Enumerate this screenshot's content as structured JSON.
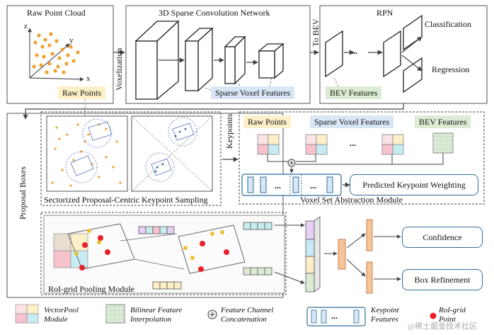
{
  "panels": {
    "raw_point_cloud": "Raw Point Cloud",
    "sparse_conv": "3D Sparse Convolution Network",
    "rpn": "RPN",
    "voxelization": "Voxelization",
    "to_bev": "To BEV",
    "proposal_boxes": "Proposal Boxes",
    "keypoints": "Keypoints"
  },
  "axes": {
    "z": "z",
    "y": "y",
    "x": "x"
  },
  "chips": {
    "raw_points": "Raw Points",
    "sparse_voxel_features": "Sparse Voxel Features",
    "bev_features": "BEV Features",
    "raw_points_2": "Raw Points",
    "sparse_voxel_features_2": "Sparse Voxel Features",
    "bev_features_2": "BEV Features"
  },
  "rpn_outputs": {
    "classification": "Classification",
    "regression": "Regression"
  },
  "modules": {
    "sampling": "Sectorized Proposal-Centric Keypoint Sampling",
    "vsa": "Voxel Set Abstraction Module",
    "predicted_weighting": "Predicted Keypoint Weighting",
    "roi_grid": "RoI-grid Pooling Module",
    "confidence": "Confidence",
    "box_refinement": "Box Refinement",
    "ellipsis": "..."
  },
  "legend": {
    "vectorpool": "VectorPool Module",
    "bilinear": "Bilinear Feature Interpolation",
    "concat": "Feature Channel Concatenation",
    "keypoint_features": "Keypoint Features",
    "roi_grid_point": "RoI-grid Point"
  },
  "colors": {
    "panel_border": "#555555",
    "accent_blue": "#2f6d9a",
    "chip_yellow": "#fdf0c8",
    "chip_blue": "#d9e7f5",
    "chip_green": "#dcecd4",
    "point_orange": "#f0a030",
    "point_red": "#e8202a"
  },
  "watermark": "@稀土掘金技术社区"
}
